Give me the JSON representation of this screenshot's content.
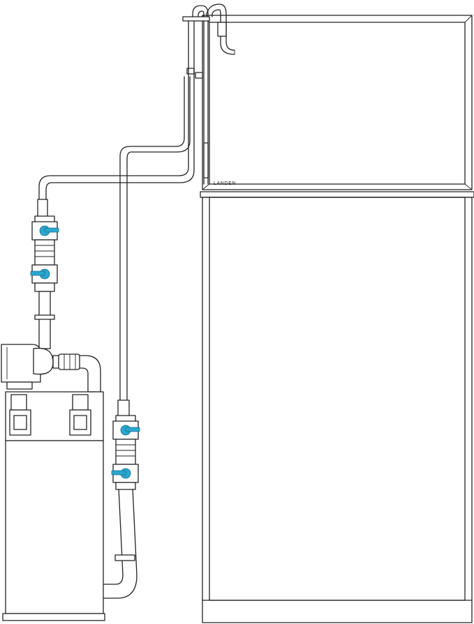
{
  "diagram": {
    "brand_label": "LANDEN",
    "colors": {
      "line": "#222222",
      "background": "#ffffff",
      "valve_handle": "#2aa7cf"
    },
    "components": [
      "aquarium-tank",
      "aquarium-cabinet",
      "canister-filter",
      "intake-hose",
      "return-hose",
      "double-tap-valve-upper",
      "double-tap-valve-lower",
      "overflow-intake-pipe",
      "return-outlet-pipe"
    ]
  }
}
